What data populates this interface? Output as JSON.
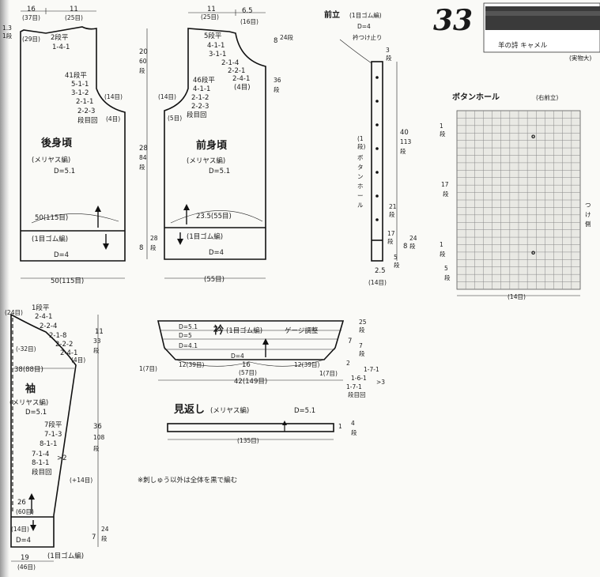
{
  "header": {
    "number": "33",
    "yarn": "羊の詩 キャメル",
    "actual_size": "(実物大)"
  },
  "back": {
    "title": "後身頃",
    "subtitle": "(メリヤス編)",
    "density": "D=5.1",
    "rib": "(1目ゴム編)",
    "rib_density": "D=4",
    "top_w1": "16",
    "top_w1s": "(37目)",
    "top_w2": "11",
    "top_w2s": "(25目)",
    "neck_h": "1.3",
    "neck_hs": "1段",
    "neck_st": "(29目)",
    "shoulder": [
      "2段平",
      "1-4-1"
    ],
    "armhole": [
      "41段平",
      "5-1-1",
      "3-1-2",
      "2-1-1",
      "2-2-3",
      "段目回"
    ],
    "arm_dec": "(14目)",
    "arm_4": "(4目)",
    "width": "50(115目)",
    "bottom": "50(115目)"
  },
  "front": {
    "title": "前身頃",
    "subtitle": "(メリヤス編)",
    "density": "D=5.1",
    "rib": "(1目ゴム編)",
    "rib_density": "D=4",
    "top_w1": "11",
    "top_w1s": "(25目)",
    "top_w2": "6.5",
    "top_w2s": "(16目)",
    "neck": [
      "5段平",
      "4-1-1",
      "3-1-1",
      "2-1-4",
      "2-2-1",
      "2-4-1",
      "(4目)"
    ],
    "neck_h": "8",
    "neck_hs": "24段",
    "armhole": [
      "46段平",
      "4-1-1",
      "2-1-2",
      "2-2-3",
      "段目回"
    ],
    "arm_dec": "(14目)",
    "arm_5": "(5目)",
    "width": "23.5(55目)",
    "bottom": "(55目)",
    "h_arm": "20",
    "h_arms": [
      "60",
      "段"
    ],
    "h_body": "28",
    "h_bodys": [
      "84",
      "段"
    ],
    "h_rib": "8",
    "h_ribs": [
      "28",
      "段"
    ],
    "side_36": [
      "36",
      "段"
    ]
  },
  "band": {
    "title": "前立",
    "subtitle": "(1目ゴム編)",
    "density": "D=4",
    "note": "衿つけ止り",
    "top_rows": [
      "3",
      "段"
    ],
    "side_label": [
      "(1",
      "段)",
      "ボ",
      "タ",
      "ン",
      "ホ",
      "ー",
      "ル"
    ],
    "h": "40",
    "hs": [
      "113",
      "段"
    ],
    "r21": [
      "21",
      "段"
    ],
    "r17": [
      "17",
      "段"
    ],
    "r5": [
      "5",
      "段"
    ],
    "r8": "8",
    "r24": [
      "24",
      "段"
    ],
    "w": "2.5",
    "ws": "(14目)"
  },
  "buttonhole": {
    "title": "ボタンホール",
    "subtitle": "(右前立)",
    "r1": [
      "1",
      "段"
    ],
    "r17": [
      "17",
      "段"
    ],
    "r1b": [
      "1",
      "段"
    ],
    "r5": [
      "5",
      "段"
    ],
    "side": [
      "つ",
      "け",
      "側"
    ],
    "width": "(14目)"
  },
  "sleeve": {
    "title": "袖",
    "subtitle": "(メリヤス編)",
    "density": "D=5.1",
    "rib": "(1目ゴム編)",
    "rib_density": "D=4",
    "top": "(24目)",
    "cap": [
      "1段平",
      "2-4-1",
      "2-2-4",
      "2-1-8",
      "2-2-2",
      "2-4-1"
    ],
    "cap_4": "(4目)",
    "dec": "(-32目)",
    "width": "38(88目)",
    "inc": [
      "7段平",
      "7-1-3",
      "8-1-1",
      "7-1-4",
      "8-1-1",
      "段目回"
    ],
    "inc_gt": ">2",
    "inc_14": "(+14目)",
    "cuff_w": "26",
    "cuff_ws": "(60目)",
    "rib_14": "(14目)",
    "bottom": "19",
    "bottoms": "(46目)",
    "h_cap": "11",
    "h_caps": [
      "33",
      "段"
    ],
    "h_body": "36",
    "h_bodys": [
      "108",
      "段"
    ],
    "h_rib": "7",
    "h_ribs": [
      "24",
      "段"
    ]
  },
  "collar": {
    "title": "衿",
    "subtitle": "(1目ゴム編)",
    "note": "ゲージ調整",
    "d": [
      "D=5.1",
      "D=5",
      "D=4.1",
      "D=4"
    ],
    "r25": [
      "25",
      "段"
    ],
    "r7": "7",
    "r7s": [
      "7",
      "段"
    ],
    "r2": "2",
    "left": "1(7目)",
    "right": "1(7目)",
    "w12a": "12(39目)",
    "w16": "16",
    "w16s": "(57目)",
    "w12b": "12(39目)",
    "inc": [
      "1-7-1",
      "1-6-1",
      "1-7-1",
      "段目回"
    ],
    "inc_gt": ">3",
    "total": "42(149目)"
  },
  "facing": {
    "title": "見返し",
    "subtitle": "(メリヤス編)",
    "density": "D=5.1",
    "h": "1",
    "hs": [
      "4",
      "段"
    ],
    "width": "(135目)"
  },
  "footnote": "※刺しゅう以外は全体を黒で編む"
}
